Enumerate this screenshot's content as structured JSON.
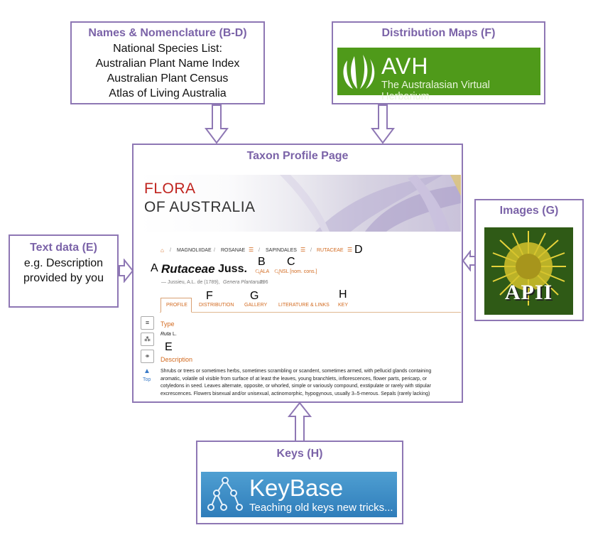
{
  "names_box": {
    "title": "Names & Nomenclature (B-D)",
    "lines": [
      "National Species List:",
      "Australian Plant Name Index",
      "Australian Plant Census",
      "Atlas of Living Australia"
    ]
  },
  "maps_box": {
    "title": "Distribution Maps (F)",
    "logo_name": "AVH",
    "logo_subtitle": "The Australasian Virtual Herbarium"
  },
  "text_box": {
    "title": "Text data (E)",
    "lines": [
      "e.g. Description",
      "provided by you"
    ]
  },
  "images_box": {
    "title": "Images (G)",
    "logo_text": "APII"
  },
  "keys_box": {
    "title": "Keys (H)",
    "logo_name": "KeyBase",
    "logo_subtitle": "Teaching old keys new tricks..."
  },
  "taxon_box": {
    "title": "Taxon Profile Page",
    "banner_line1": "FLORA",
    "banner_line2": "OF AUSTRALIA",
    "breadcrumb": [
      "MAGNOLIIDAE",
      "ROSANAE",
      "SAPINDALES",
      "RUTACEAE"
    ],
    "taxon_name": "Rutaceae",
    "taxon_author": "Juss.",
    "ala_link": "ALA",
    "nsl_link": "NSL [nom. cons.]",
    "reference_author": "— Jussieu, A.L. de (1789),",
    "reference_work": "Genera Plantarum",
    "reference_page": ": 296",
    "tabs": [
      "PROFILE",
      "DISTRIBUTION",
      "GALLERY",
      "LITERATURE & LINKS",
      "KEY"
    ],
    "type_heading": "Type",
    "type_genus": "Ruta",
    "type_author": "L.",
    "description_heading": "Description",
    "description_lines": [
      "Shrubs or trees or sometimes herbs, sometimes scrambling or scandent, sometimes armed, with pellucid glands containing",
      "aromatic, volatile oil visible from surface of at least the leaves, young branchlets, inflorescences, flower parts, pericarp, or",
      "cotyledons in seed. Leaves alternate, opposite, or whorled, simple or variously compound, exstipulate or rarely with stipular",
      "excrescences. Flowers bisexual and/or unisexual, actinomorphic, hypogynous, usually 3–5-merous. Sepals (rarely lacking)"
    ],
    "top_link": "Top"
  },
  "labels": [
    "A",
    "B",
    "C",
    "D",
    "E",
    "F",
    "G",
    "H"
  ],
  "colors": {
    "frame": "#8e77b4",
    "title": "#7b63a8",
    "avh_green": "#4f9a1a",
    "accent": "#d2691e"
  }
}
